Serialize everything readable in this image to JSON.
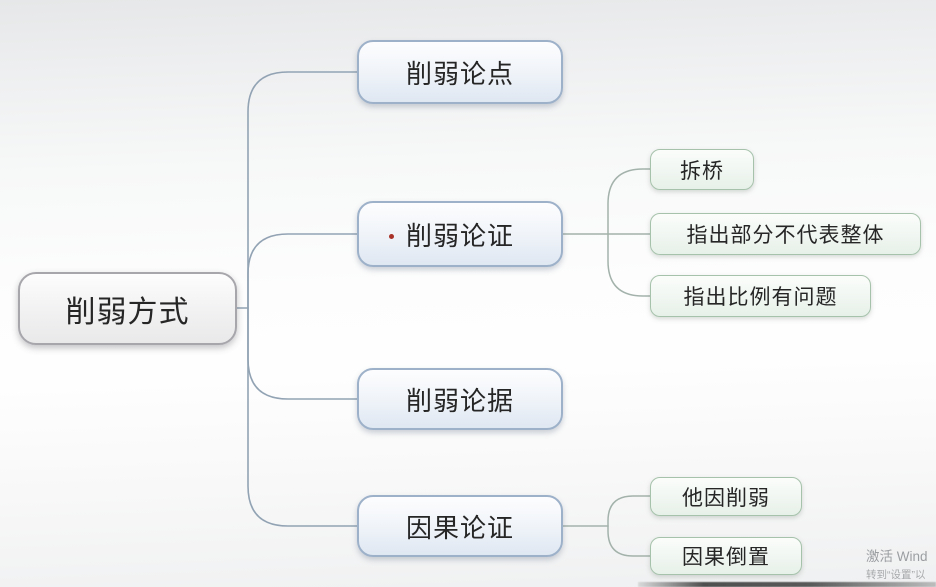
{
  "diagram": {
    "type": "mindmap",
    "root": {
      "label": "削弱方式"
    },
    "branches": [
      {
        "label": "削弱论点",
        "children": []
      },
      {
        "label": "削弱论证",
        "marker": "red-dot",
        "children": [
          {
            "label": "拆桥"
          },
          {
            "label": "指出部分不代表整体"
          },
          {
            "label": "指出比例有问题"
          }
        ]
      },
      {
        "label": "削弱论据",
        "children": []
      },
      {
        "label": "因果论证",
        "children": [
          {
            "label": "他因削弱"
          },
          {
            "label": "因果倒置"
          }
        ]
      }
    ]
  },
  "watermark": {
    "line1": "激活 Wind",
    "line2": "转到“设置”以"
  },
  "colors": {
    "branch_line_blue": "#92a3b4",
    "branch_line_green": "#a3b2ab",
    "node_blue_border": "#9db1c9",
    "node_green_border": "#a6c2ab",
    "root_border": "#a6a6ab",
    "red_dot_marker": "#a83228",
    "text": "#262626",
    "watermark_text": "#8d9093"
  }
}
